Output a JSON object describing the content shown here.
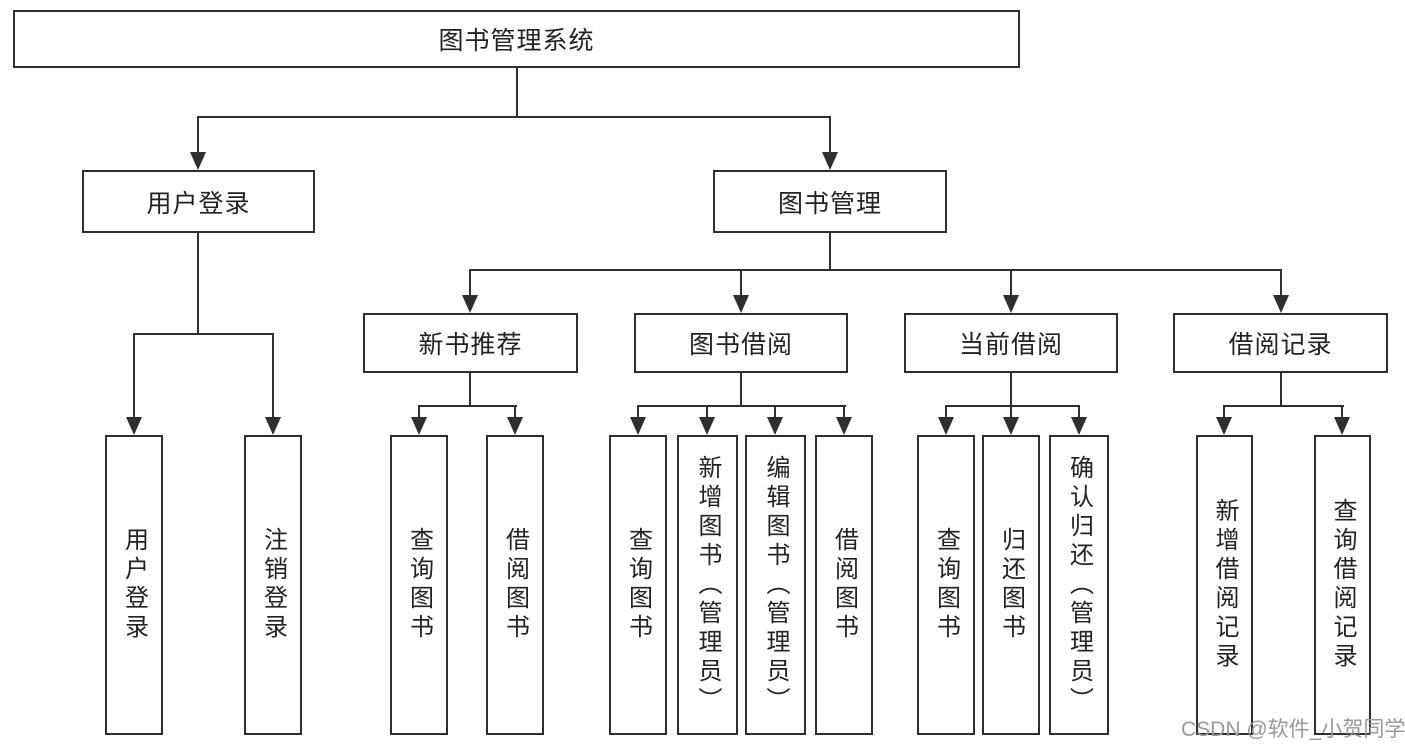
{
  "diagram": {
    "root": {
      "label": "图书管理系统"
    },
    "branches": [
      {
        "label": "用户登录",
        "leaves": [
          "用户登录",
          "注销登录"
        ]
      },
      {
        "label": "图书管理",
        "sections": [
          {
            "label": "新书推荐",
            "leaves": [
              "查询图书",
              "借阅图书"
            ]
          },
          {
            "label": "图书借阅",
            "leaves": [
              "查询图书",
              "新增图书（管理员）",
              "编辑图书（管理员）",
              "借阅图书"
            ]
          },
          {
            "label": "当前借阅",
            "leaves": [
              "查询图书",
              "归还图书",
              "确认归还（管理员）"
            ]
          },
          {
            "label": "借阅记录",
            "leaves": [
              "新增借阅记录",
              "查询借阅记录"
            ]
          }
        ]
      }
    ],
    "watermark": "CSDN @软件_小贺同学",
    "colors": {
      "line": "#2e2e2e",
      "text": "#222222",
      "watermark": "#98989e",
      "background": "#ffffff"
    }
  }
}
